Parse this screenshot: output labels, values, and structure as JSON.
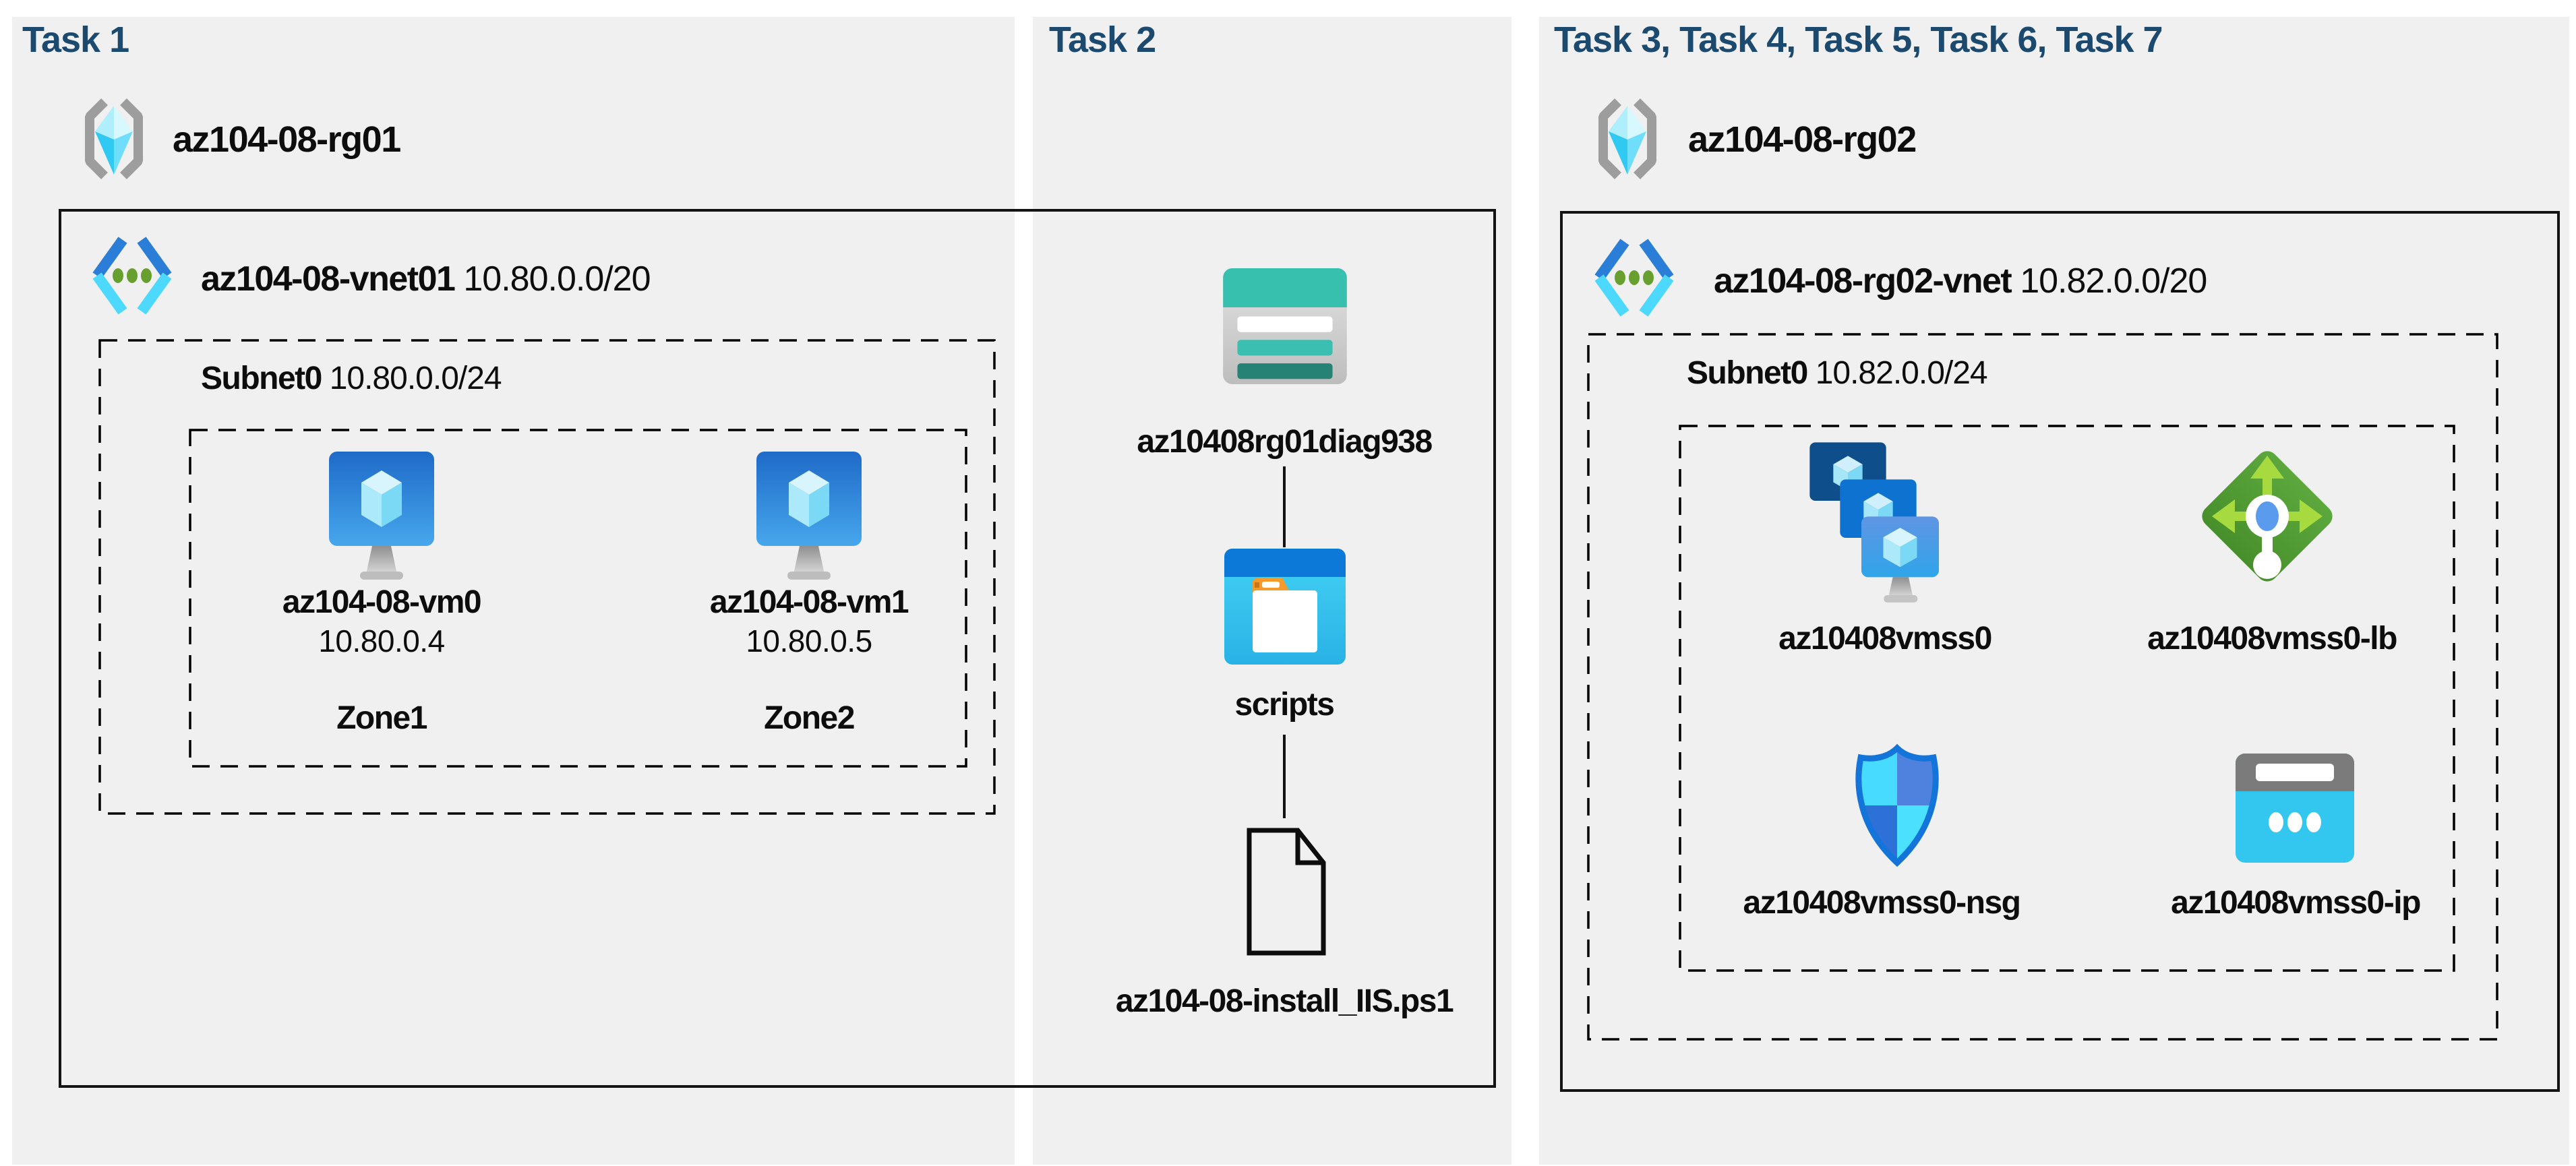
{
  "diagram": {
    "task1": {
      "heading": "Task 1",
      "resource_group": "az104-08-rg01",
      "vnet_name": "az104-08-vnet01",
      "vnet_cidr": "10.80.0.0/20",
      "subnet_name": "Subnet0",
      "subnet_cidr": "10.80.0.0/24",
      "vm0": {
        "name": "az104-08-vm0",
        "ip": "10.80.0.4",
        "zone": "Zone1"
      },
      "vm1": {
        "name": "az104-08-vm1",
        "ip": "10.80.0.5",
        "zone": "Zone2"
      }
    },
    "task2": {
      "heading": "Task 2",
      "storage_account": "az10408rg01diag938",
      "container": "scripts",
      "script_file": "az104-08-install_IIS.ps1"
    },
    "task3": {
      "heading": "Task 3, Task 4, Task 5, Task 6, Task 7",
      "resource_group": "az104-08-rg02",
      "vnet_name": "az104-08-rg02-vnet",
      "vnet_cidr": "10.82.0.0/20",
      "subnet_name": "Subnet0",
      "subnet_cidr": "10.82.0.0/24",
      "vmss": "az10408vmss0",
      "load_balancer": "az10408vmss0-lb",
      "nsg": "az10408vmss0-nsg",
      "public_ip": "az10408vmss0-ip"
    },
    "colors": {
      "heading": "#1c4a6e",
      "panel_bg": "#f0f0f1",
      "outline": "#141414",
      "vnet_chevron_top": "#2b7ed8",
      "vnet_chevron_bottom": "#4cd9fd",
      "vnet_dot_green": "#68a02f",
      "vm_blue": "#1e6ac8",
      "storage_teal": "#38c0ae",
      "scripts_header_blue": "#0c79d8",
      "scripts_body_cyan": "#35c5ef",
      "folder_tab_orange": "#f49b2b",
      "lb_green": "#539e33",
      "lb_arrow_green": "#a6da3e",
      "nsg_outline_blue": "#1374da",
      "public_ip_cyan": "#33c7f0",
      "stand_gray": "#a8a8a8",
      "bracket_gray": "#9d9d9d"
    }
  }
}
